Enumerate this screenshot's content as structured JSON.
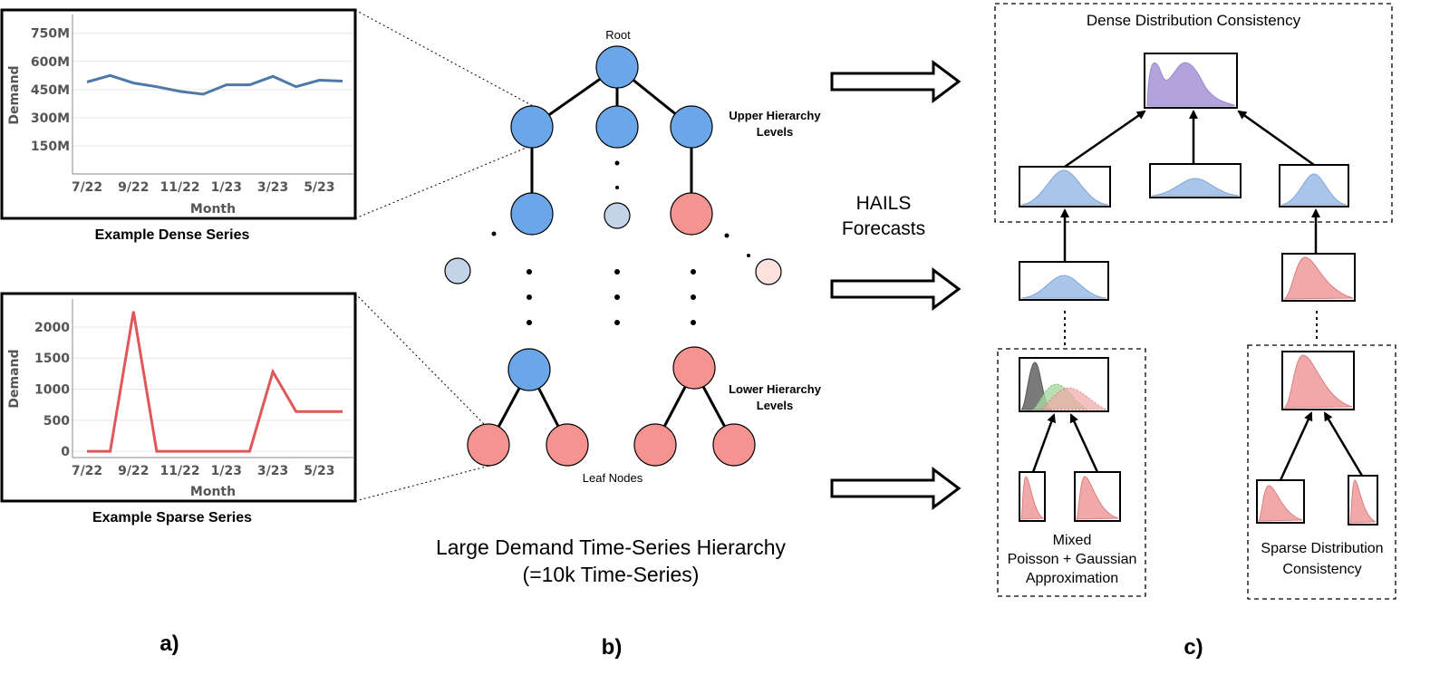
{
  "panel_a": {
    "label": "a)",
    "dense": {
      "caption": "Example Dense Series",
      "ylabel": "Demand",
      "xlabel": "Month",
      "yticks": [
        "750M",
        "600M",
        "450M",
        "300M",
        "150M"
      ],
      "xticks": [
        "7/22",
        "9/22",
        "11/22",
        "1/23",
        "3/23",
        "5/23"
      ],
      "color": "#4e79a7"
    },
    "sparse": {
      "caption": "Example Sparse Series",
      "ylabel": "Demand",
      "xlabel": "Month",
      "yticks": [
        "2000",
        "1500",
        "1000",
        "500",
        "0"
      ],
      "xticks": [
        "7/22",
        "9/22",
        "11/22",
        "1/23",
        "3/23",
        "5/23"
      ],
      "color": "#e15759"
    }
  },
  "chart_data": [
    {
      "type": "line",
      "title": "Example Dense Series",
      "xlabel": "Month",
      "ylabel": "Demand",
      "x": [
        "7/22",
        "8/22",
        "9/22",
        "10/22",
        "11/22",
        "12/22",
        "1/23",
        "2/23",
        "3/23",
        "4/23",
        "5/23",
        "6/23"
      ],
      "series": [
        {
          "values": [
            490,
            525,
            485,
            465,
            440,
            425,
            475,
            475,
            520,
            465,
            500,
            495
          ]
        }
      ],
      "unit": "M",
      "ylim": [
        0,
        850
      ]
    },
    {
      "type": "line",
      "title": "Example Sparse Series",
      "xlabel": "Month",
      "ylabel": "Demand",
      "x": [
        "7/22",
        "8/22",
        "9/22",
        "10/22",
        "11/22",
        "12/22",
        "1/23",
        "2/23",
        "3/23",
        "4/23",
        "5/23",
        "6/23"
      ],
      "series": [
        {
          "values": [
            0,
            0,
            2250,
            0,
            0,
            0,
            0,
            0,
            1280,
            640,
            640,
            640
          ]
        }
      ],
      "ylim": [
        -100,
        2450
      ]
    }
  ],
  "panel_b": {
    "label": "b)",
    "root_label": "Root",
    "upper_label_1": "Upper Hierarchy",
    "upper_label_2": "Levels",
    "lower_label_1": "Lower Hierarchy",
    "lower_label_2": "Levels",
    "leaf_label": "Leaf Nodes",
    "title_1": "Large Demand Time-Series Hierarchy",
    "title_2": "(=10k Time-Series)",
    "colors": {
      "dense": "#6aa6e8",
      "sparse": "#f4938f",
      "dense_light": "#c3d3e8",
      "sparse_light": "#fde2de"
    }
  },
  "middle": {
    "forecast_1": "HAILS",
    "forecast_2": "Forecasts"
  },
  "panel_c": {
    "label": "c)",
    "dense_box_title": "Dense Distribution Consistency",
    "mixed_1": "Mixed",
    "mixed_2": "Poisson + Gaussian",
    "mixed_3": "Approximation",
    "sparse_1": "Sparse Distribution",
    "sparse_2": "Consistency",
    "colors": {
      "purple": "#b3a3dd",
      "blue": "#a9c6ea",
      "red": "#f0a8a8",
      "gray": "#7a7a7a",
      "green": "#a8d8a0"
    }
  }
}
